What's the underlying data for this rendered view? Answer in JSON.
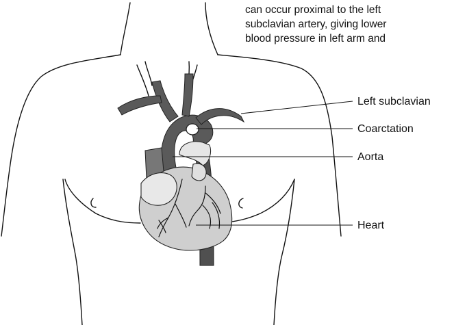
{
  "caption": {
    "lines": [
      "can occur proximal to the left",
      "subclavian artery, giving lower",
      "blood pressure in left arm and"
    ]
  },
  "labels": {
    "left_subclavian": "Left subclavian",
    "coarctation": "Coarctation",
    "aorta": "Aorta",
    "heart": "Heart"
  }
}
